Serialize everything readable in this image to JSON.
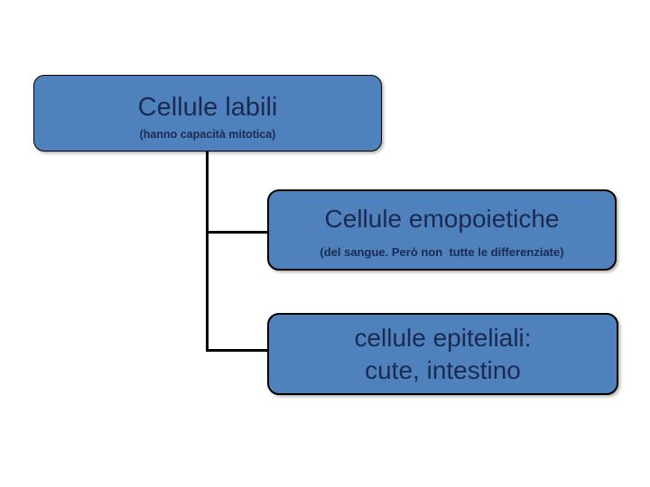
{
  "colors": {
    "canvas-bg": "#ffffff",
    "node-fill": "#4f81bd",
    "node-border": "#000000",
    "node-text": "#1b2a52",
    "connector": "#000000"
  },
  "diagram": {
    "type": "tree",
    "root": {
      "title": "Cellule labili",
      "subtitle": "(hanno capacità mitotica)"
    },
    "children": [
      {
        "title": "Cellule emopoietiche",
        "subtitle": "(del sangue. Però non  tutte le differenziate)"
      },
      {
        "title_line1": "cellule epiteliali:",
        "title_line2": "cute, intestino"
      }
    ]
  }
}
